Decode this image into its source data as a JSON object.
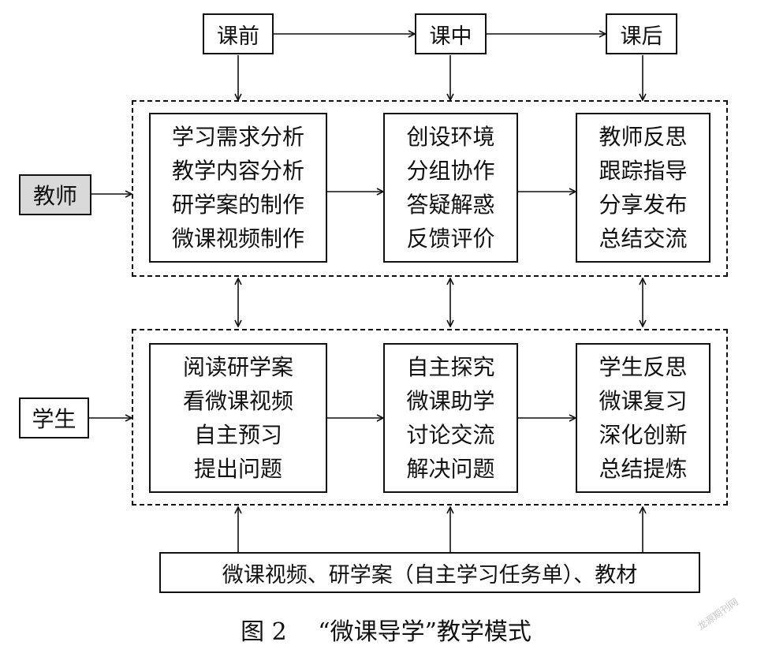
{
  "phases": {
    "before": "课前",
    "during": "课中",
    "after": "课后"
  },
  "roles": {
    "teacher": "教师",
    "student": "学生"
  },
  "teacher_row": {
    "before": [
      "学习需求分析",
      "教学内容分析",
      "研学案的制作",
      "微课视频制作"
    ],
    "during": [
      "创设环境",
      "分组协作",
      "答疑解惑",
      "反馈评价"
    ],
    "after": [
      "教师反思",
      "跟踪指导",
      "分享发布",
      "总结交流"
    ]
  },
  "student_row": {
    "before": [
      "阅读研学案",
      "看微课视频",
      "自主预习",
      "提出问题"
    ],
    "during": [
      "自主探究",
      "微课助学",
      "讨论交流",
      "解决问题"
    ],
    "after": [
      "学生反思",
      "微课复习",
      "深化创新",
      "总结提炼"
    ]
  },
  "materials": "微课视频、研学案（自主学习任务单）、教材",
  "caption": "图 2　 “微课导学”教学模式",
  "watermark": "龙源期刊网"
}
